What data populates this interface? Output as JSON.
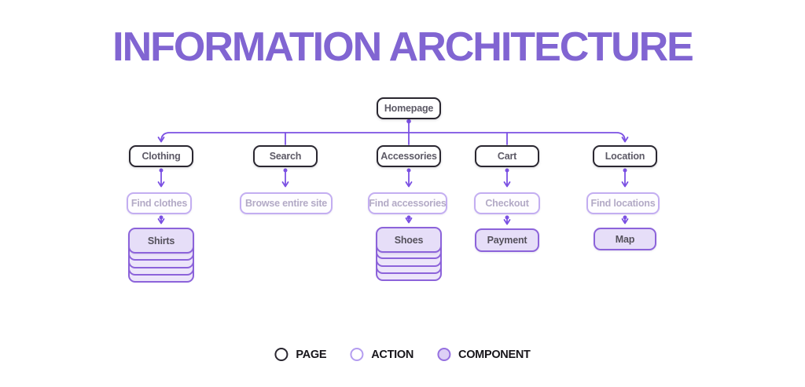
{
  "title": "INFORMATION ARCHITECTURE",
  "colors": {
    "title": "#8165d2",
    "line": "#7b50e3",
    "page_border": "#2a2730",
    "page_text": "#5d5a66",
    "action_border": "#c3aef1",
    "action_text": "#b3aac6",
    "component_border": "#8c63da",
    "component_fill": "#e6def8",
    "component_fill_light": "#ece5fa",
    "component_text": "#55515c",
    "legend_text": "#17151a",
    "bg": "#ffffff"
  },
  "tree": {
    "root": {
      "label": "Homepage",
      "type": "page"
    },
    "branches": [
      {
        "page": "Clothing",
        "action": "Find clothes",
        "component": "Shirts",
        "component_stacked": true,
        "stack_layers": 4
      },
      {
        "page": "Search",
        "action": "Browse entire site",
        "component": null,
        "component_stacked": false,
        "stack_layers": 0
      },
      {
        "page": "Accessories",
        "action": "Find accessories",
        "component": "Shoes",
        "component_stacked": true,
        "stack_layers": 4
      },
      {
        "page": "Cart",
        "action": "Checkout",
        "component": "Payment",
        "component_stacked": false,
        "stack_layers": 0
      },
      {
        "page": "Location",
        "action": "Find locations",
        "component": "Map",
        "component_stacked": false,
        "stack_layers": 0
      }
    ]
  },
  "legend": [
    {
      "label": "PAGE",
      "type": "page",
      "swatch": "black-outline-circle"
    },
    {
      "label": "ACTION",
      "type": "action",
      "swatch": "light-purple-outline-circle"
    },
    {
      "label": "COMPONENT",
      "type": "component",
      "swatch": "purple-filled-circle"
    }
  ]
}
